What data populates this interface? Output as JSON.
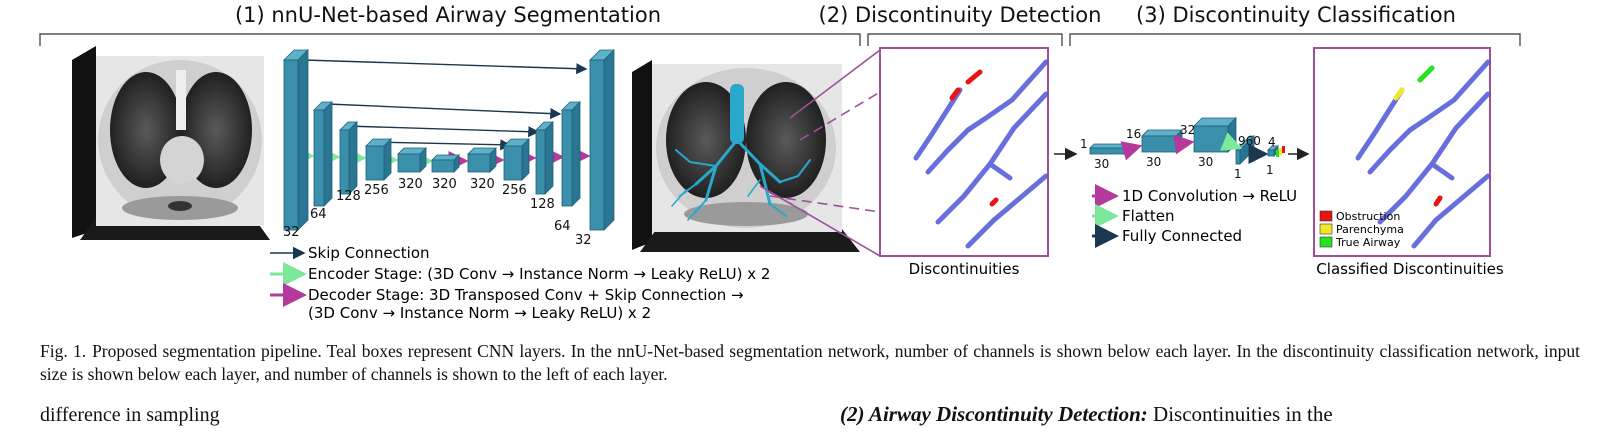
{
  "titles": {
    "seg": "(1) nnU-Net-based Airway Segmentation",
    "det": "(2) Discontinuity Detection",
    "cls": "(3) Discontinuity Classification"
  },
  "unet": {
    "channels": [
      "32",
      "64",
      "128",
      "256",
      "320",
      "320",
      "320",
      "256",
      "128",
      "64",
      "32"
    ]
  },
  "seg_legend": {
    "skip": "Skip Connection",
    "encoder": "Encoder Stage: (3D Conv → Instance Norm → Leaky ReLU) x 2",
    "decoder_1": "Decoder Stage: 3D Transposed Conv + Skip Connection →",
    "decoder_2": "(3D Conv → Instance Norm → Leaky ReLU) x 2"
  },
  "det": {
    "label": "Discontinuities"
  },
  "cls": {
    "label": "Classified Discontinuities",
    "net_sizes": [
      "30",
      "30",
      "30",
      "1",
      "1"
    ],
    "net_channels": [
      "1",
      "16",
      "32",
      "960",
      "4"
    ],
    "legend": {
      "conv": "1D Convolution → ReLU",
      "flatten": "Flatten",
      "fc": "Fully Connected"
    },
    "classes": [
      {
        "name": "Obstruction",
        "color": "#e81313"
      },
      {
        "name": "Parenchyma",
        "color": "#f2e829"
      },
      {
        "name": "True Airway",
        "color": "#27e31d"
      }
    ]
  },
  "colors": {
    "teal": "#3a8fab",
    "teal_dark": "#1f6079",
    "magenta": "#b33a9b",
    "green": "#7ee89a",
    "navy": "#1b3850",
    "airway_blue": "#4e56d8",
    "frame": "#a0509a"
  },
  "caption": {
    "label": "Fig. 1.",
    "text": "Proposed segmentation pipeline. Teal boxes represent CNN layers. In the nnU-Net-based segmentation network, number of channels is shown below each layer. In the discontinuity classification network, input size is shown below each layer, and number of channels is shown to the left of each layer."
  },
  "footer": {
    "left": "difference in sampling",
    "right_bold": "(2) Airway Discontinuity Detection:",
    "right_text": " Discontinuities in the"
  }
}
